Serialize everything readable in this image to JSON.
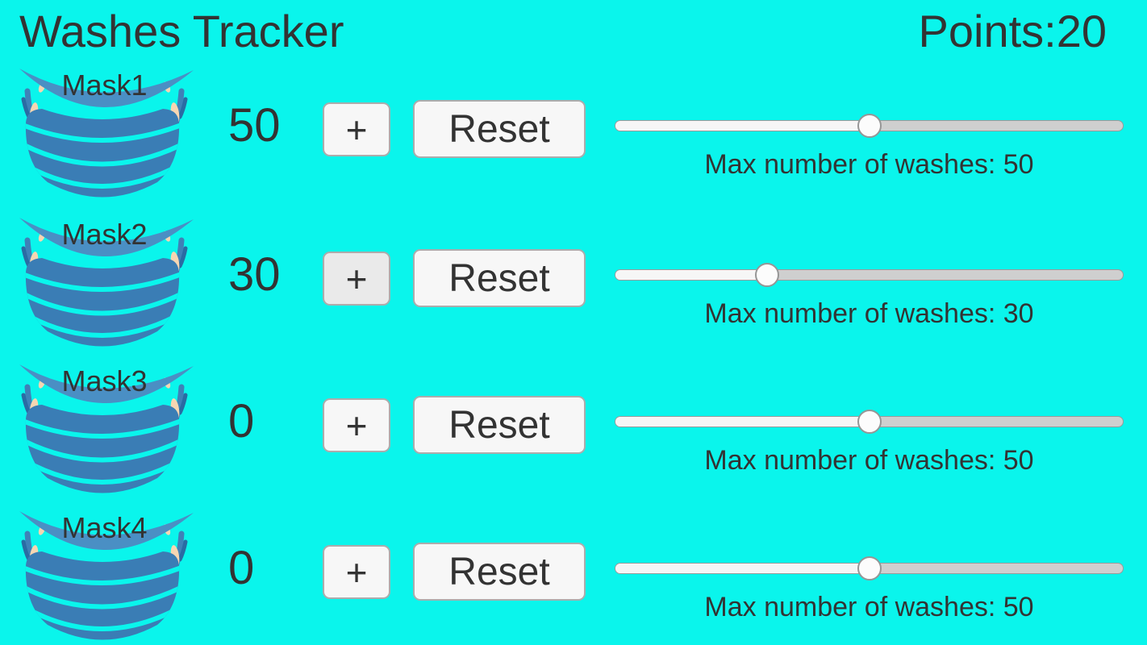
{
  "app": {
    "title": "Washes Tracker",
    "points_label": "Points:",
    "points_value": "20",
    "mask_icon": "face-mask-icon"
  },
  "colors": {
    "background": "#0AF5EC",
    "text": "#333333",
    "button_bg": "#F7F7F7",
    "button_bg_pressed": "#EAEAEA",
    "button_border": "#ACACAC",
    "slider_fill": "#F6F6F6",
    "slider_track": "#CFCFCF",
    "slider_thumb": "#FCFCFC",
    "mask_body_blue": "#3A7DB5",
    "mask_band_blue": "#4A8FC4",
    "mask_ear_skin": "#F6D6B2"
  },
  "masks": [
    {
      "label": "Mask1",
      "count": "50",
      "plus_label": "+",
      "reset_label": "Reset",
      "max_caption": "Max number of washes: 50",
      "slider_percent": 50
    },
    {
      "label": "Mask2",
      "count": "30",
      "plus_label": "+",
      "reset_label": "Reset",
      "max_caption": "Max number of washes: 30",
      "slider_percent": 30
    },
    {
      "label": "Mask3",
      "count": "0",
      "plus_label": "+",
      "reset_label": "Reset",
      "max_caption": "Max number of washes: 50",
      "slider_percent": 50
    },
    {
      "label": "Mask4",
      "count": "0",
      "plus_label": "+",
      "reset_label": "Reset",
      "max_caption": "Max number of washes: 50",
      "slider_percent": 50
    }
  ]
}
